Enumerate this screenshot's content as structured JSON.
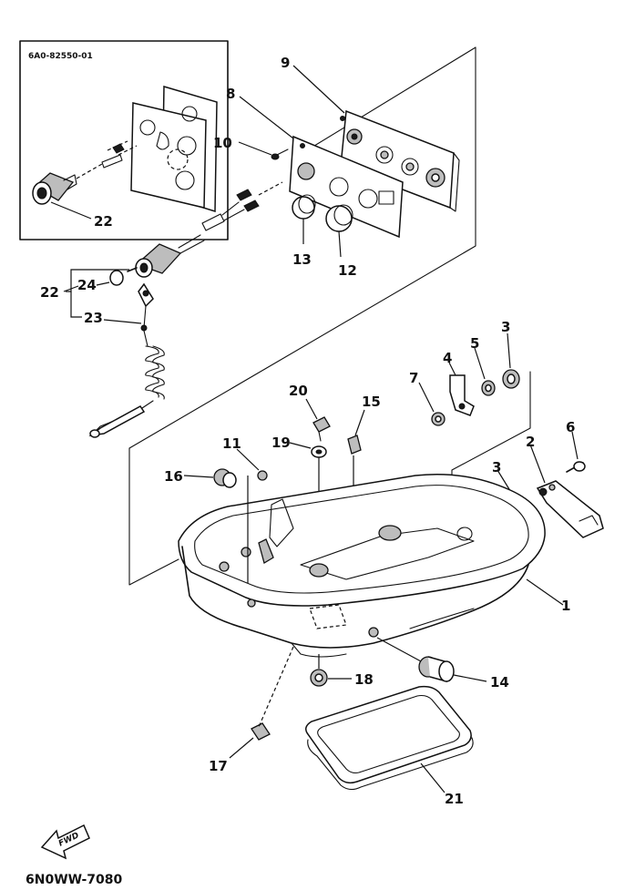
{
  "inset": {
    "code": "6A0-82550-01",
    "callout": "22"
  },
  "callouts": {
    "c1": "1",
    "c2": "2",
    "c3a": "3",
    "c3b": "3",
    "c4": "4",
    "c5": "5",
    "c6": "6",
    "c7": "7",
    "c8": "8",
    "c9": "9",
    "c10": "10",
    "c11": "11",
    "c12": "12",
    "c13": "13",
    "c14": "14",
    "c15": "15",
    "c16": "16",
    "c17": "17",
    "c18": "18",
    "c19": "19",
    "c20": "20",
    "c21": "21",
    "c22": "22",
    "c23": "23",
    "c24": "24"
  },
  "fwd_label": "FWD",
  "figure_code": "6N0WW-7080"
}
